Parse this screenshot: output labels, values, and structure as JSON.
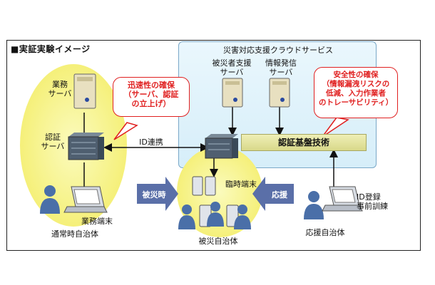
{
  "diagram_title": "■実証実験イメージ",
  "cloud": {
    "label": "災害対応支援クラウドサービス"
  },
  "servers": {
    "victim_support": "被災者支援\nサーバ",
    "info_dispatch": "情報発信\nサーバ",
    "business": "業務\nサーバ",
    "auth": "認証\nサーバ"
  },
  "auth_bar": "認証基盤技術",
  "id_link": "ID連携",
  "bubbles": {
    "speed": "迅速性の確保\n（サーバ、認証\nの立上げ）",
    "safety": "安全性の確保\n（情報漏洩リスクの\n低減、入力作業者\nのトレーサビリティ）"
  },
  "labels": {
    "business_terminal": "業務端末",
    "temp_terminal": "臨時端末",
    "id_registration": "ID登録\n事前訓練",
    "normal_gov": "通常時自治体",
    "disaster_gov": "被災自治体",
    "support_gov": "応援自治体"
  },
  "arrows": {
    "disaster": "被災時",
    "support": "応援"
  },
  "colors": {
    "bubble_red": "#e02020",
    "arrow_blue": "#5a6fa8",
    "ellipse": "#f5f07a",
    "cloud": "#d6eef9"
  }
}
